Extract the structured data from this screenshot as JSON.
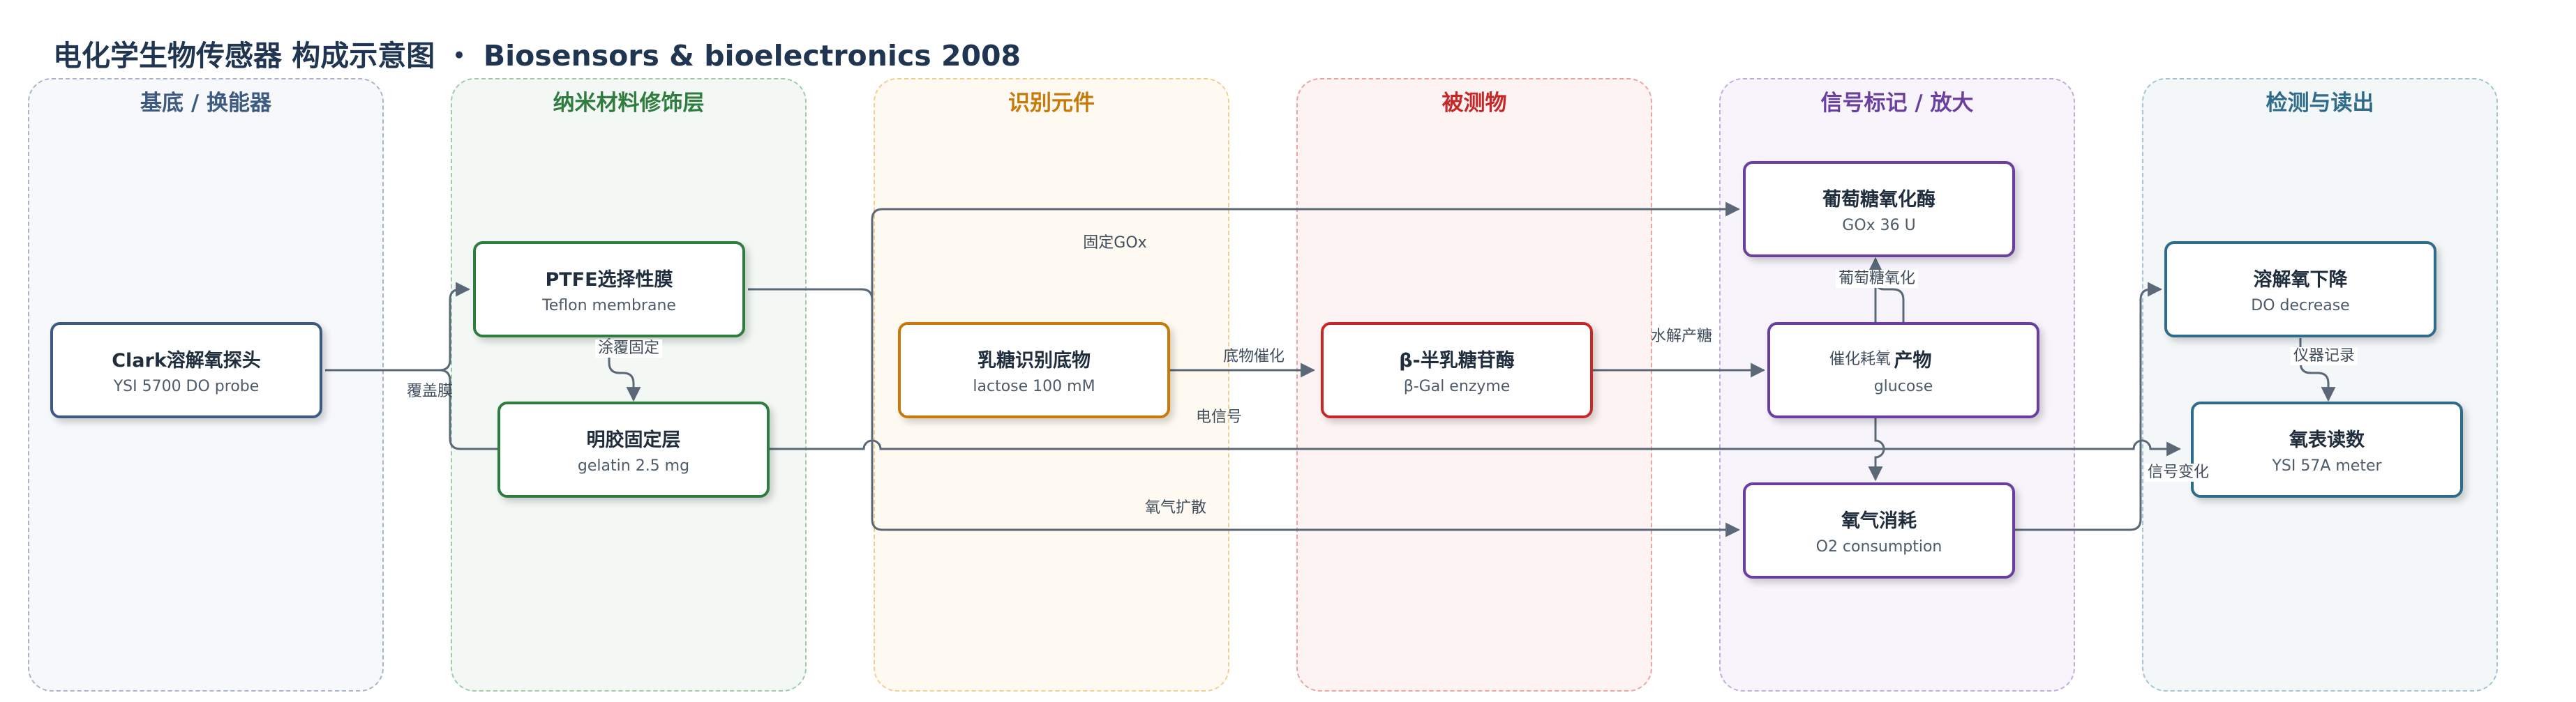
{
  "title": "电化学生物传感器 构成示意图 ・ Biosensors & bioelectronics 2008",
  "lanes": [
    {
      "label": "基底 / 换能器",
      "color": "#3d5a80"
    },
    {
      "label": "纳米材料修饰层",
      "color": "#2e7d3e"
    },
    {
      "label": "识别元件",
      "color": "#c77a0a"
    },
    {
      "label": "被测物",
      "color": "#c62828"
    },
    {
      "label": "信号标记 / 放大",
      "color": "#6a3fa0"
    },
    {
      "label": "检测与读出",
      "color": "#2f6b8a"
    }
  ],
  "nodes": {
    "clark": {
      "title": "Clark溶解氧探头",
      "sub": "YSI 5700 DO probe"
    },
    "ptfe": {
      "title": "PTFE选择性膜",
      "sub": "Teflon membrane"
    },
    "gelatin": {
      "title": "明胶固定层",
      "sub": "gelatin 2.5 mg"
    },
    "lactose": {
      "title": "乳糖识别底物",
      "sub": "lactose 100 mM"
    },
    "bgal": {
      "title": "β-半乳糖苷酶",
      "sub": "β-Gal enzyme"
    },
    "gox": {
      "title": "葡萄糖氧化酶",
      "sub": "GOx 36 U"
    },
    "glucose": {
      "title": "糖产物",
      "sub": "glucose"
    },
    "o2": {
      "title": "氧气消耗",
      "sub": "O2 consumption"
    },
    "do": {
      "title": "溶解氧下降",
      "sub": "DO decrease"
    },
    "meter": {
      "title": "氧表读数",
      "sub": "YSI 57A meter"
    }
  },
  "edges": {
    "cover": "覆盖膜",
    "coat": "涂覆固定",
    "fix_gox": "固定GOx",
    "substrate_cat": "底物催化",
    "e_signal": "电信号",
    "hydrolysis": "水解产糖",
    "glucose_ox": "葡萄糖氧化",
    "cat_consume": "催化耗氧",
    "o2_diffuse": "氧气扩散",
    "record": "仪器记录",
    "signal_change": "信号变化"
  }
}
